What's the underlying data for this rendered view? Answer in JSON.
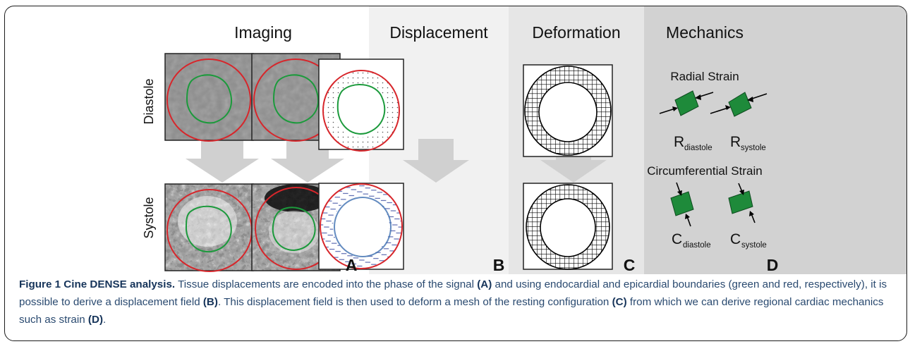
{
  "figure": {
    "panel_titles": {
      "imaging": "Imaging",
      "displacement": "Displacement",
      "deformation": "Deformation",
      "mechanics": "Mechanics"
    },
    "row_labels": {
      "diastole": "Diastole",
      "systole": "Systole"
    },
    "panel_letters": {
      "a": "A",
      "b": "B",
      "c": "C",
      "d": "D"
    },
    "mechanics": {
      "radial_strain": "Radial Strain",
      "circumferential_strain": "Circumferential Strain",
      "r_letter": "R",
      "c_letter": "C",
      "sub_diastole": "diastole",
      "sub_systole": "systole"
    },
    "colors": {
      "epicardium": "#d7262b",
      "endocardium": "#1c9a3c",
      "vectors": "#4a5aa8",
      "displacement_bg": "#f1f1f1",
      "deformation_bg": "#e6e6e6",
      "mechanics_bg": "#d2d2d2",
      "arrow_gray": "#d0d0d0"
    }
  },
  "caption": {
    "label": "Figure 1 Cine DENSE analysis.",
    "p1": " Tissue displacements are encoded into the phase of the signal ",
    "ref_a": "(A)",
    "p2": " and using endocardial and epicardial boundaries (green and red, respectively), it is possible to derive a displacement field ",
    "ref_b": "(B)",
    "p3": ". This displacement field is then used to deform a mesh of the resting configuration ",
    "ref_c": "(C)",
    "p4": " from which we can derive regional cardiac mechanics such as strain ",
    "ref_d": "(D)",
    "p5": "."
  }
}
